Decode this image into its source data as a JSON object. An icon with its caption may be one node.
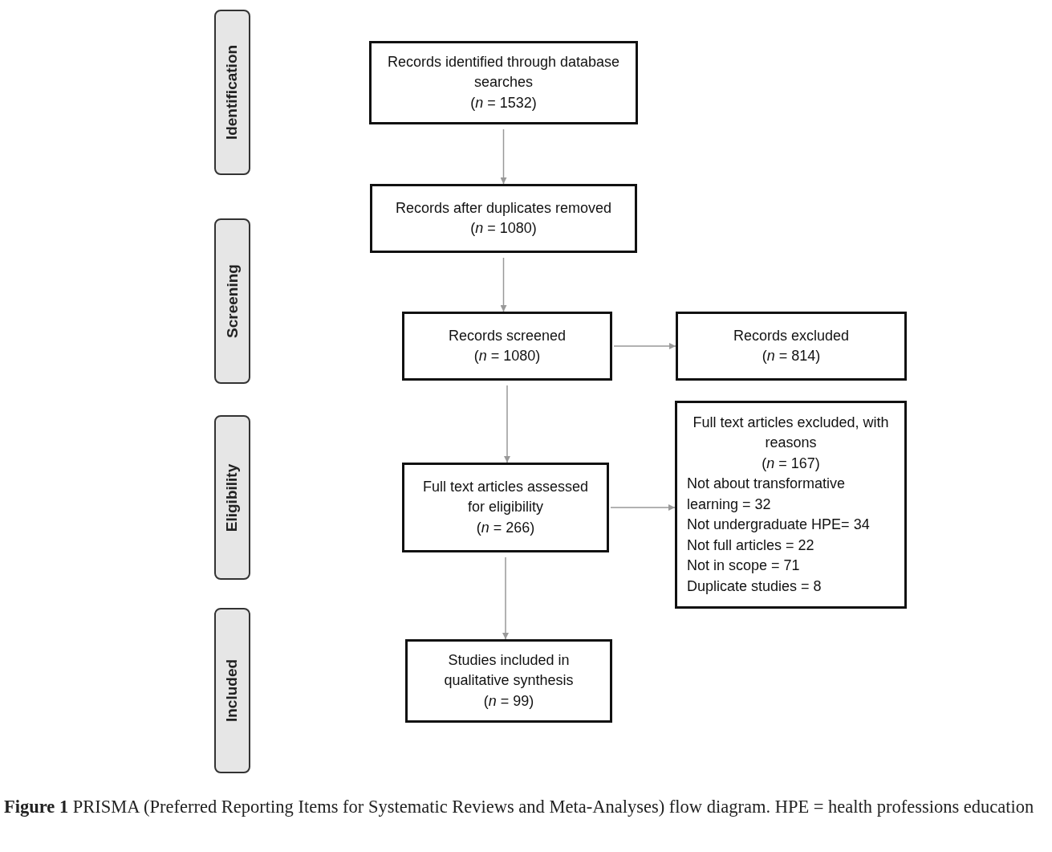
{
  "diagram": {
    "caption": "**Figure 1** PRISMA (Preferred Reporting Items for Systematic Reviews and Meta-Analyses) flow diagram. HPE = health professions education",
    "nodes": [
      {
        "text": [
          "Identification"
        ]
      },
      {
        "text": [
          "Screening"
        ]
      },
      {
        "text": [
          "Eligibility"
        ]
      },
      {
        "text": [
          "Included"
        ]
      },
      {
        "text": [
          "Records identified through database searches",
          "(*n* = 1532)"
        ]
      },
      {
        "text": [
          "Records after duplicates removed",
          "(*n* = 1080)"
        ]
      },
      {
        "text": [
          "Records screened",
          "(*n* = 1080)"
        ]
      },
      {
        "text": [
          "Records excluded",
          "(*n* = 814)"
        ]
      },
      {
        "text": [
          "Full text articles assessed for eligibility",
          "(*n* = 266)"
        ]
      },
      {
        "text": [
          "Full text articles excluded, with reasons",
          "(*n* = 167)",
          "Not about transformative learning = 32",
          "Not undergraduate HPE= 34",
          "Not full articles = 22",
          "Not in scope = 71",
          "Duplicate studies = 8"
        ]
      },
      {
        "text": [
          "Studies included in qualitative synthesis",
          "(*n* = 99)"
        ]
      }
    ],
    "edges": [
      {
        "from": 4,
        "to": 5,
        "arrow": "to"
      },
      {
        "from": 5,
        "to": 6,
        "arrow": "to"
      },
      {
        "from": 6,
        "to": 7,
        "arrow": "to"
      },
      {
        "from": 6,
        "to": 8,
        "arrow": "to"
      },
      {
        "from": 8,
        "to": 9,
        "arrow": "to"
      },
      {
        "from": 8,
        "to": 10,
        "arrow": "to"
      }
    ]
  }
}
